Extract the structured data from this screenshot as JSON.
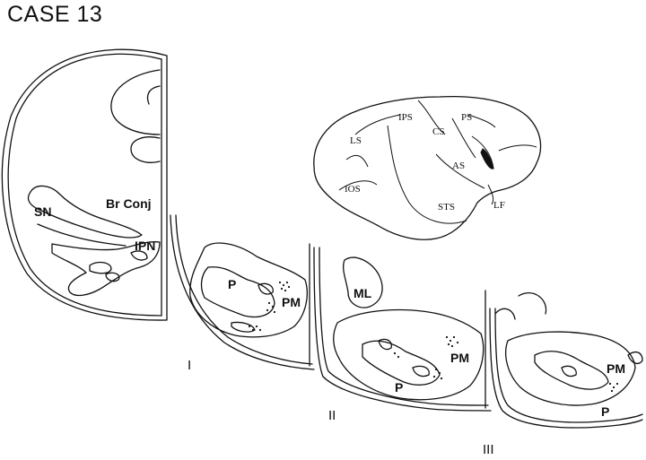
{
  "title": "CASE 13",
  "brain_labels": {
    "ips": "IPS",
    "ps": "PS",
    "cs": "CS",
    "ls": "LS",
    "as": "AS",
    "ios": "IOS",
    "sts": "STS",
    "lf": "LF"
  },
  "section_main": {
    "sn": "SN",
    "br_conj": "Br Conj",
    "ipn": "IPN"
  },
  "section_1": {
    "numeral": "I",
    "p": "P",
    "pm": "PM"
  },
  "section_2": {
    "numeral": "II",
    "ml": "ML",
    "pm": "PM",
    "p": "P"
  },
  "section_3": {
    "numeral": "III",
    "pm": "PM",
    "p": "P"
  }
}
